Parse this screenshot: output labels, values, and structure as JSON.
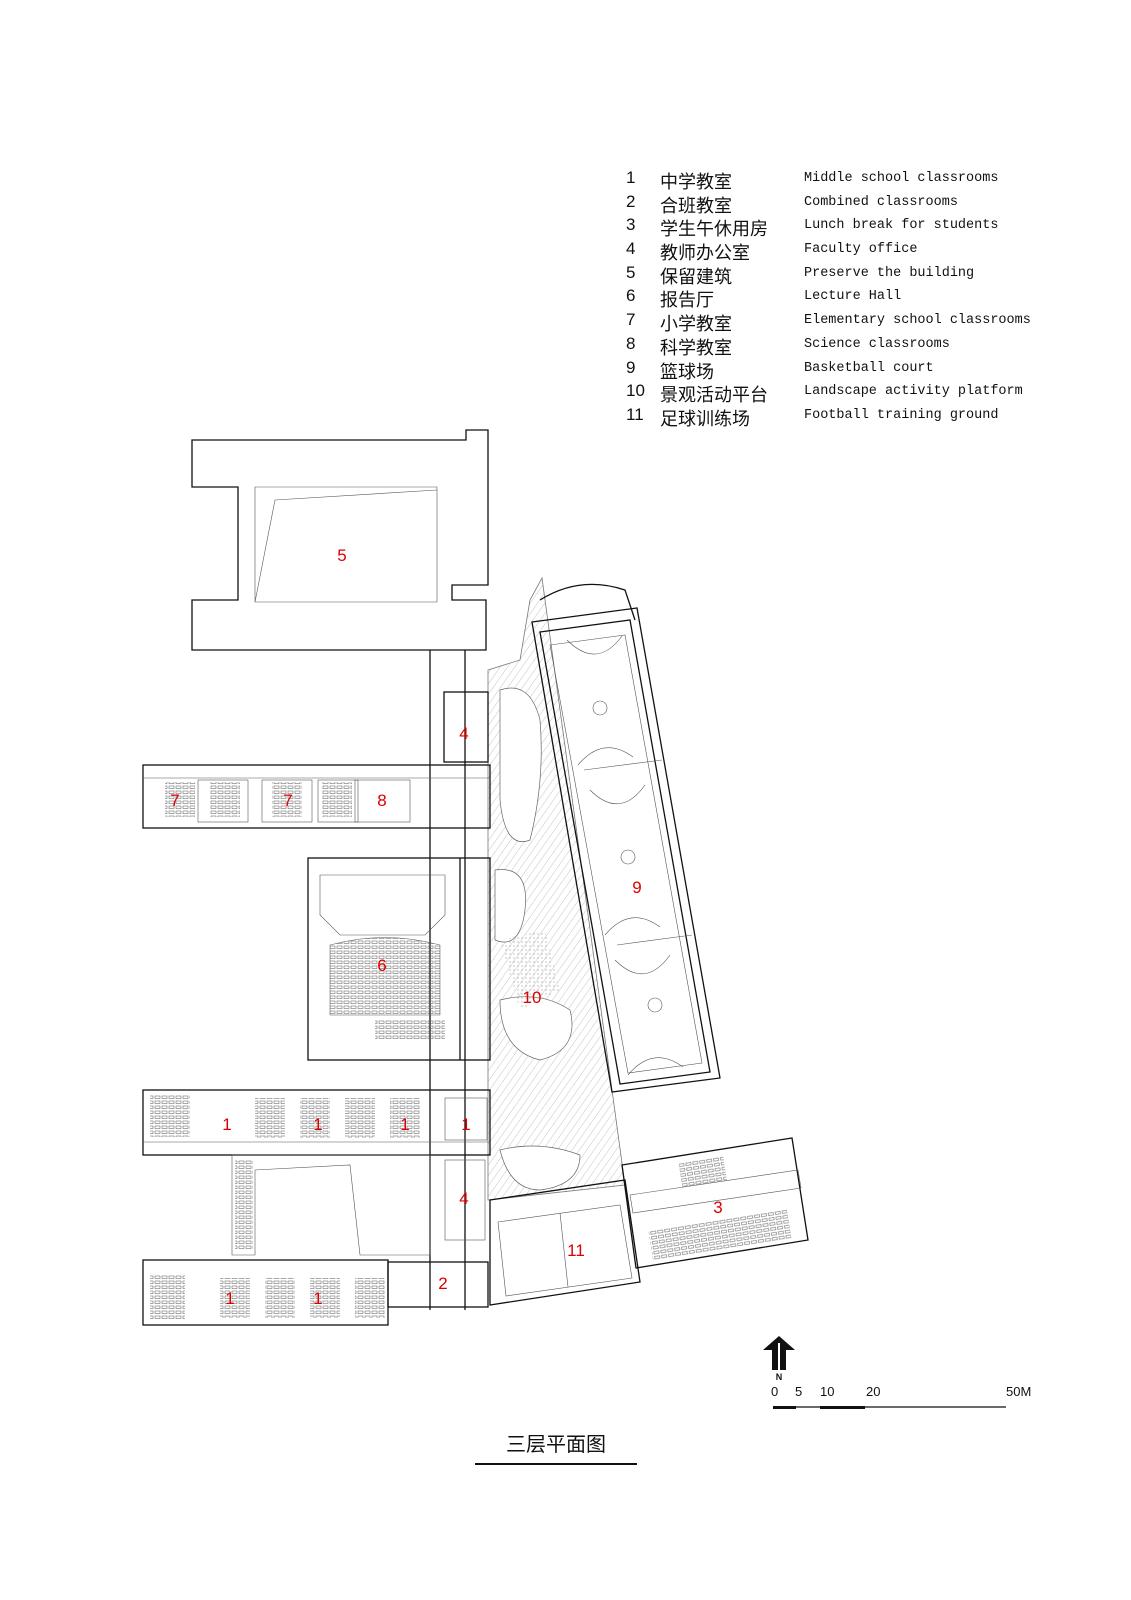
{
  "legend": [
    {
      "num": "1",
      "cn": "中学教室",
      "en": "Middle school classrooms"
    },
    {
      "num": "2",
      "cn": "合班教室",
      "en": "Combined classrooms"
    },
    {
      "num": "3",
      "cn": "学生午休用房",
      "en": "Lunch break for students"
    },
    {
      "num": "4",
      "cn": "教师办公室",
      "en": "Faculty office"
    },
    {
      "num": "5",
      "cn": "保留建筑",
      "en": "Preserve the building"
    },
    {
      "num": "6",
      "cn": "报告厅",
      "en": "Lecture Hall"
    },
    {
      "num": "7",
      "cn": "小学教室",
      "en": "Elementary school classrooms"
    },
    {
      "num": "8",
      "cn": "科学教室",
      "en": "Science classrooms"
    },
    {
      "num": "9",
      "cn": "篮球场",
      "en": "Basketball court"
    },
    {
      "num": "10",
      "cn": "景观活动平台",
      "en": "Landscape activity platform"
    },
    {
      "num": "11",
      "cn": "足球训练场",
      "en": "Football training ground"
    }
  ],
  "room_labels": [
    "5",
    "4",
    "7",
    "7",
    "8",
    "6",
    "10",
    "9",
    "1",
    "1",
    "1",
    "1",
    "4",
    "3",
    "11",
    "2",
    "1",
    "1"
  ],
  "north_label": "N",
  "scale": {
    "labels": [
      "0",
      "5",
      "10",
      "20",
      "50M"
    ]
  },
  "title": "三层平面图",
  "colors": {
    "room_label": "#dd0000",
    "lines": "#111111"
  }
}
